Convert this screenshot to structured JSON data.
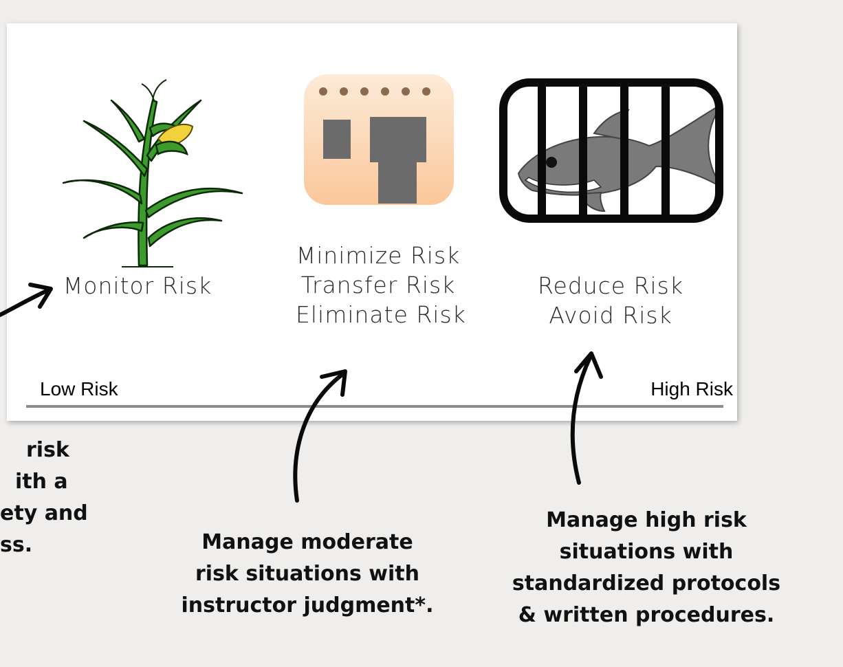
{
  "slide": {
    "columns": [
      {
        "icon": "corn-plant-icon",
        "strategies": [
          "Monitor Risk"
        ]
      },
      {
        "icon": "calendar-app-icon",
        "strategies": [
          "Minimize Risk",
          "Transfer Risk",
          "Eliminate Risk"
        ]
      },
      {
        "icon": "caged-shark-icon",
        "strategies": [
          "Reduce Risk",
          "Avoid Risk"
        ]
      }
    ],
    "axis": {
      "low_label": "Low Risk",
      "high_label": "High Risk"
    }
  },
  "notes": {
    "low": [
      "risk",
      "ith a",
      "ety and",
      "ss."
    ],
    "moderate": [
      "Manage moderate",
      "risk situations with",
      "instructor judgment*."
    ],
    "high": [
      "Manage high risk",
      "situations with",
      "standardized protocols",
      "& written procedures."
    ]
  },
  "colors": {
    "background": "#efeeed",
    "slide": "#ffffff",
    "axis_line": "#8c8c8c",
    "plant_green": "#3d9a2c",
    "corn_yellow": "#f2d23b",
    "app_orange": "#fbd3ae",
    "app_gray": "#6b6b6b",
    "shark_gray": "#7a7a7a",
    "ink": "#111111"
  }
}
